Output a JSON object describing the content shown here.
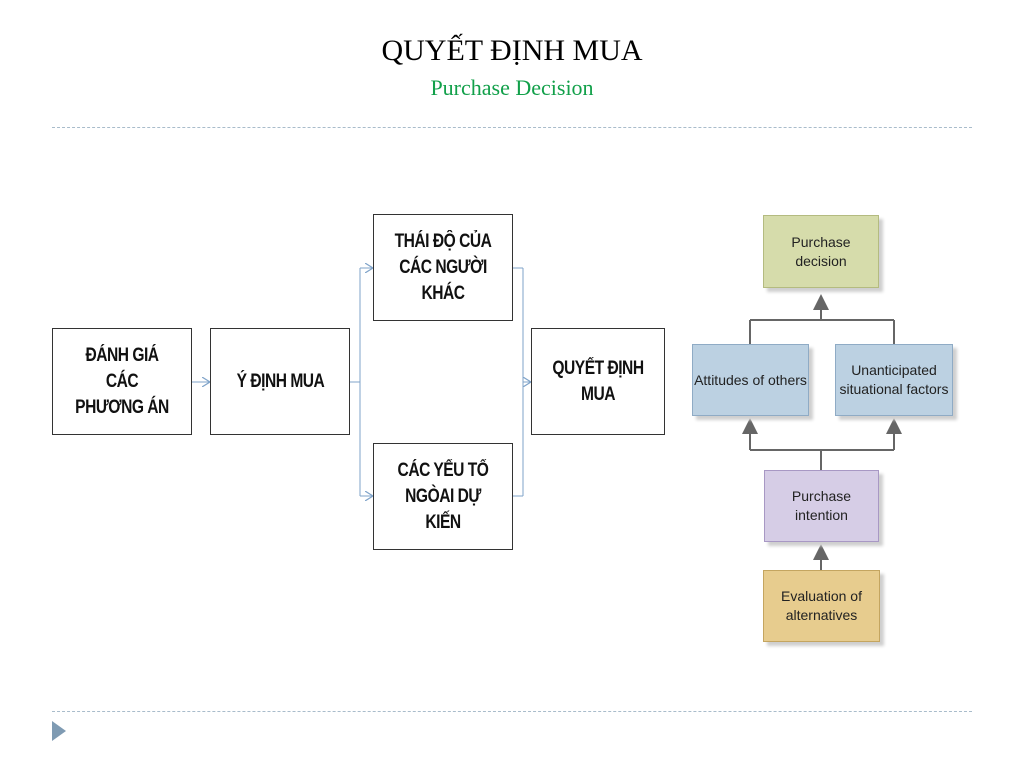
{
  "header": {
    "title": "QUYẾT ĐỊNH MUA",
    "subtitle": "Purchase Decision"
  },
  "flow": {
    "evaluation": "ĐÁNH GIÁ CÁC PHƯƠNG ÁN",
    "intention": "Ý ĐỊNH MUA",
    "attitudes": "THÁI ĐỘ CỦA CÁC NGƯỜI KHÁC",
    "unanticipated": "CÁC YẾU TỐ NGÒAI DỰ KIẾN",
    "decision": "QUYẾT ĐỊNH MUA"
  },
  "model": {
    "purchase_decision": "Purchase decision",
    "attitudes_of_others": "Attitudes of others",
    "unanticipated_factors": "Unanticipated situational factors",
    "purchase_intention": "Purchase intention",
    "evaluation_of_alternatives": "Evaluation of alternatives"
  },
  "colors": {
    "subtitle": "#12a04a",
    "connector": "#7fa3c9",
    "model_line": "#666666"
  }
}
